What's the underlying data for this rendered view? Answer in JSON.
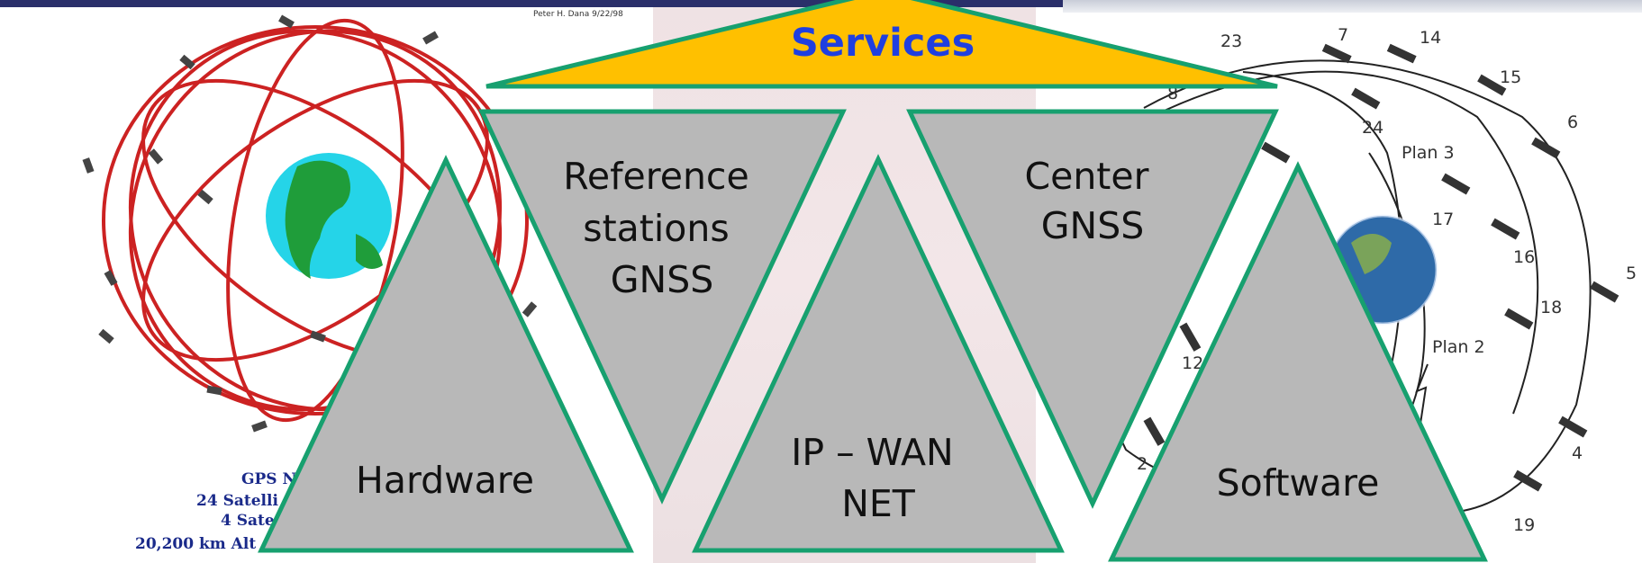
{
  "diagram": {
    "services_label": "Services",
    "triangles": {
      "hardware": "Hardware",
      "reference_stations": [
        "Reference",
        "stations",
        "GNSS"
      ],
      "ip_wan_net": [
        "IP – WAN",
        "NET"
      ],
      "center_gnss": [
        "Center",
        "GNSS"
      ],
      "software": "Software"
    }
  },
  "left_figure": {
    "caption_lines": [
      "GPS Nom",
      "24 Satelli",
      "4 Sate",
      "20,200 km Alt"
    ],
    "credit": "Peter H. Dana 9/22/98"
  },
  "right_figure": {
    "satellite_numbers": [
      "23",
      "7",
      "14",
      "15",
      "6",
      "24",
      "17",
      "16",
      "18",
      "5",
      "4",
      "19",
      "12",
      "2",
      "8"
    ],
    "plan_labels": [
      "Plan 3",
      "Plan 2"
    ]
  },
  "colors": {
    "triangle_fill": "#b8b8b8",
    "triangle_stroke": "#17a06f",
    "services_fill": "#ffc000",
    "services_text": "#1f3fe0",
    "orbit_red": "#cc2222"
  }
}
